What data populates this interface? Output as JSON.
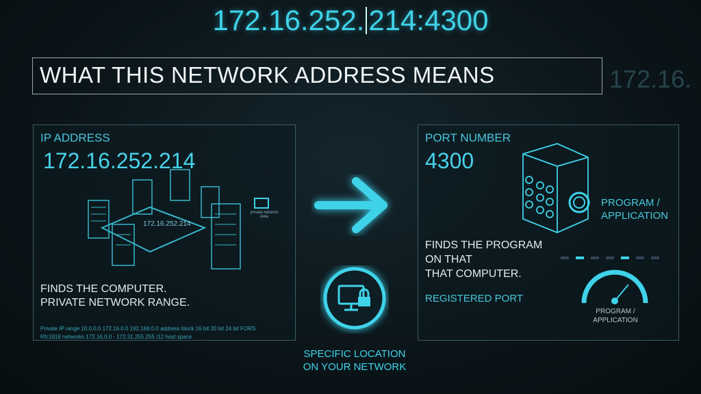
{
  "header": {
    "address_left": "172.16.252.",
    "address_right": "214:4300",
    "title": "WHAT THIS NETWORK ADDRESS MEANS",
    "ghost_text": "172.16."
  },
  "ip_panel": {
    "label": "IP ADDRESS",
    "value": "172.16.252.214",
    "diagram_label": "172.16.252.214",
    "side_note": "private network data",
    "desc_line1": "FINDS THE COMPUTER.",
    "desc_line2": "PRIVATE NETWORK RANGE.",
    "footer_line1": "Private IP range 10.0.0.0 172.16.0.0 192.168.0.0 address block 16 bit 20 bit 24 bit FORS",
    "footer_line2": "Rfc1918 networks 172.16.0.0 - 172.31.255.255 /12 host space"
  },
  "center": {
    "caption_line1": "SPECIFIC LOCATION",
    "caption_line2": "ON YOUR NETWORK"
  },
  "port_panel": {
    "label": "PORT NUMBER",
    "value": "4300",
    "program_line1": "PROGRAM /",
    "program_line2": "APPLICATION",
    "desc_line1": "FINDS THE PROGRAM",
    "desc_line2": "ON THAT",
    "desc_line3": "THAT COMPUTER.",
    "port_type": "REGISTERED PORT",
    "gauge_line1": "PROGRAM /",
    "gauge_line2": "APPLICATION"
  },
  "colors": {
    "accent": "#3fd3ea",
    "text": "#e8eef0",
    "panel_border": "#3a5c66"
  }
}
